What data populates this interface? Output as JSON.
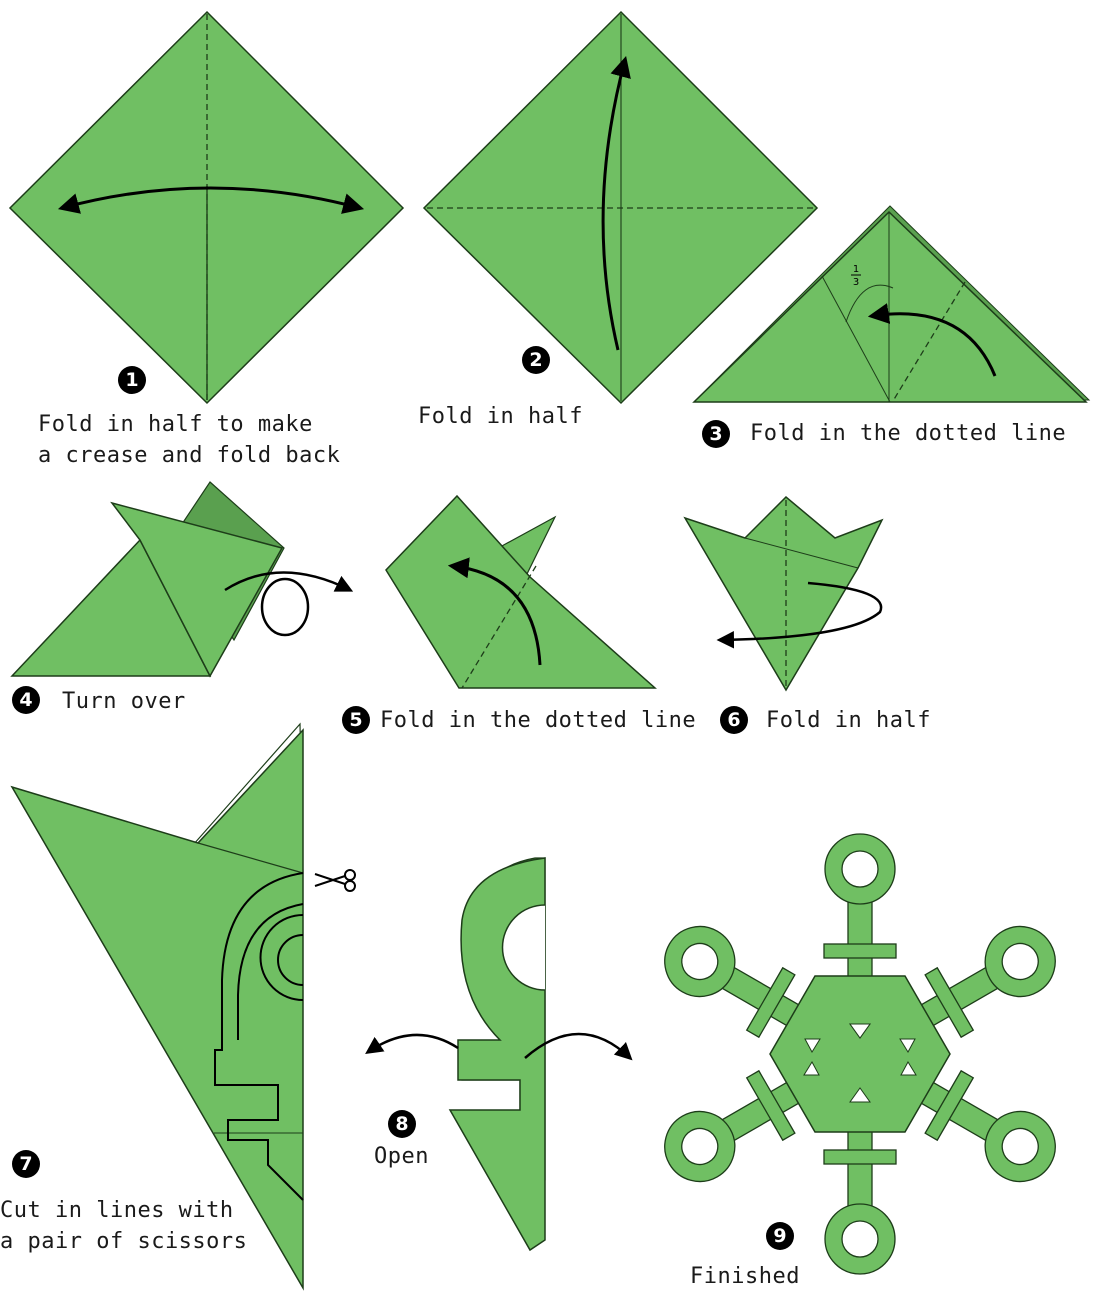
{
  "colors": {
    "paper": "#70bf63",
    "paper_dark": "#5aa04f",
    "outline": "#1d3d19",
    "arrow": "#000000"
  },
  "steps": [
    {
      "number": "1",
      "lines": [
        "Fold in half to make",
        "a crease and fold back"
      ]
    },
    {
      "number": "2",
      "lines": [
        "Fold in half"
      ]
    },
    {
      "number": "3",
      "lines": [
        "Fold in the dotted line"
      ],
      "fraction": {
        "num": "1",
        "den": "3"
      }
    },
    {
      "number": "4",
      "lines": [
        "Turn over"
      ]
    },
    {
      "number": "5",
      "lines": [
        "Fold in the dotted line"
      ]
    },
    {
      "number": "6",
      "lines": [
        "Fold in half"
      ]
    },
    {
      "number": "7",
      "lines": [
        "Cut in lines with",
        "a pair of scissors"
      ],
      "icon": "scissors-icon"
    },
    {
      "number": "8",
      "lines": [
        "Open"
      ]
    },
    {
      "number": "9",
      "lines": [
        "Finished"
      ]
    }
  ]
}
